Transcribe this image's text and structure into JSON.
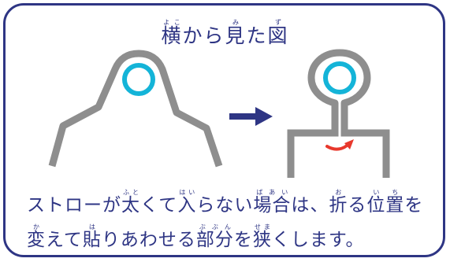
{
  "title": {
    "parts": [
      {
        "base": "横",
        "ruby": "よこ"
      },
      {
        "base": "から"
      },
      {
        "base": "見",
        "ruby": "み"
      },
      {
        "base": "た"
      },
      {
        "base": "図",
        "ruby": "ず"
      }
    ]
  },
  "body": {
    "line1": [
      {
        "base": "ストローが"
      },
      {
        "base": "太",
        "ruby": "ふと"
      },
      {
        "base": "くて"
      },
      {
        "base": "入",
        "ruby": "はい"
      },
      {
        "base": "らない"
      },
      {
        "base": "場合",
        "ruby": "ばあい"
      },
      {
        "base": "は、"
      },
      {
        "base": "折",
        "ruby": "お"
      },
      {
        "base": "る"
      },
      {
        "base": "位置",
        "ruby": "いち"
      },
      {
        "base": "を"
      }
    ],
    "line2": [
      {
        "base": "変",
        "ruby": "か"
      },
      {
        "base": "えて"
      },
      {
        "base": "貼",
        "ruby": "は"
      },
      {
        "base": "りあわせる"
      },
      {
        "base": "部分",
        "ruby": "ぶぶん"
      },
      {
        "base": "を"
      },
      {
        "base": "狭",
        "ruby": "せま"
      },
      {
        "base": "くします。"
      }
    ]
  },
  "colors": {
    "border": "#2e3584",
    "text": "#2e3584",
    "straw_gray": "#8e8e8e",
    "straw_cyan": "#14b4d8",
    "arrow": "#2e3584",
    "fold_arrow": "#e8382c"
  }
}
